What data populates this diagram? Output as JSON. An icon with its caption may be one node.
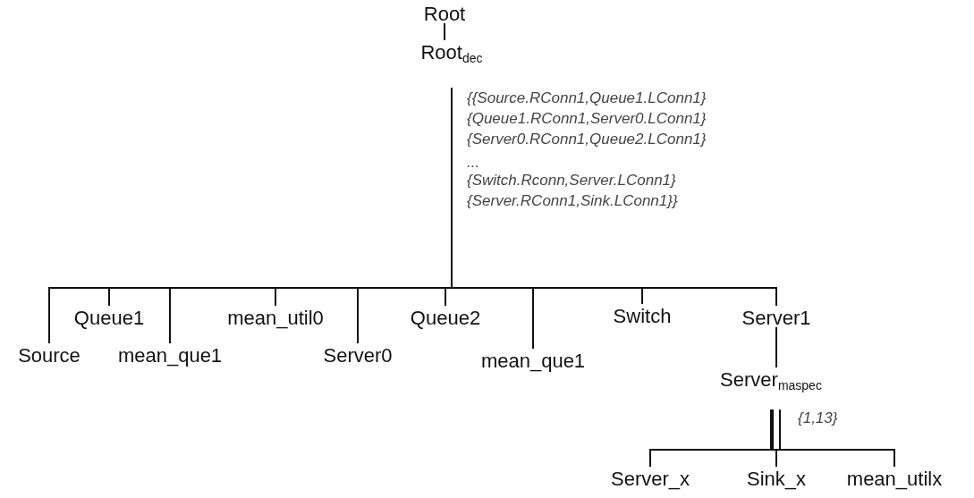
{
  "diagram": {
    "nodes": [
      {
        "text": [
          "Root"
        ]
      },
      {
        "text": [
          "Root$_{dec}$"
        ]
      },
      {
        "text": [
          "Source"
        ]
      },
      {
        "text": [
          "Queue1"
        ]
      },
      {
        "text": [
          "mean_que1"
        ]
      },
      {
        "text": [
          "mean_util0"
        ]
      },
      {
        "text": [
          "Server0"
        ]
      },
      {
        "text": [
          "Queue2"
        ]
      },
      {
        "text": [
          "mean_que1"
        ]
      },
      {
        "text": [
          "Switch"
        ]
      },
      {
        "text": [
          "Server1"
        ]
      },
      {
        "text": [
          "Server$_{maspec}$"
        ]
      },
      {
        "text": [
          "Server_x"
        ]
      },
      {
        "text": [
          "Sink_x"
        ]
      },
      {
        "text": [
          "mean_utilx"
        ]
      }
    ],
    "edges": [
      {
        "from": 0,
        "to": 1,
        "arrow": "none"
      },
      {
        "from": 1,
        "to": 2,
        "arrow": "none"
      },
      {
        "from": 1,
        "to": 3,
        "arrow": "none"
      },
      {
        "from": 1,
        "to": 4,
        "arrow": "none"
      },
      {
        "from": 1,
        "to": 5,
        "arrow": "none"
      },
      {
        "from": 1,
        "to": 6,
        "arrow": "none"
      },
      {
        "from": 1,
        "to": 7,
        "arrow": "none"
      },
      {
        "from": 1,
        "to": 8,
        "arrow": "none"
      },
      {
        "from": 1,
        "to": 9,
        "arrow": "none"
      },
      {
        "from": 1,
        "to": 10,
        "arrow": "none"
      },
      {
        "from": 10,
        "to": 11,
        "arrow": "none"
      },
      {
        "from": 11,
        "to": 12,
        "arrow": "none"
      },
      {
        "from": 11,
        "to": 13,
        "arrow": "none"
      },
      {
        "from": 11,
        "to": 14,
        "arrow": "none"
      }
    ],
    "labels": [
      "{{Source.RConn1,Queue1.LConn1}",
      "{Queue1.RConn1,Server0.LConn1}",
      "{Server0.RConn1,Queue2.LConn1}",
      "...",
      "{Switch.Rconn,Server.LConn1}",
      "{Server.RConn1,Sink.LConn1}}",
      "{1,13}"
    ]
  }
}
